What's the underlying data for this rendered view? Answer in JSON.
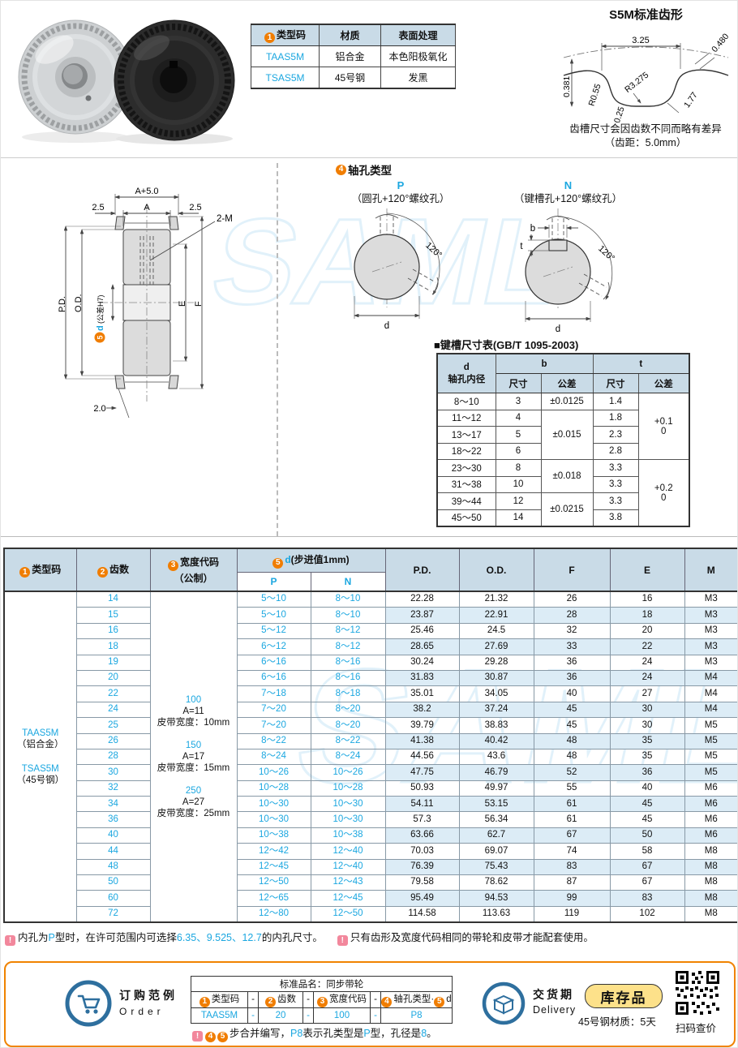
{
  "materials": {
    "header": {
      "num": "1",
      "type": "类型码",
      "material": "材质",
      "surface": "表面处理"
    },
    "rows": [
      {
        "code": "TAAS5M",
        "material": "铝合金",
        "surface": "本色阳极氧化"
      },
      {
        "code": "TSAS5M",
        "material": "45号钢",
        "surface": "发黑"
      }
    ]
  },
  "tooth_profile": {
    "title": "S5M标准齿形",
    "dims": {
      "pitch_width": "3.25",
      "depth_side": "0.480",
      "r_center": "R3.275",
      "r_top": "R0.55",
      "r_bottom": "R0.25",
      "flank": "1.77",
      "height": "0.381"
    },
    "note1": "齿槽尺寸会因齿数不同而略有差异",
    "note2": "（齿距：5.0mm）"
  },
  "drawing": {
    "dim_total_width": "A+5.0",
    "dim_belt_width": "A",
    "dim_flange_left": "2.5",
    "dim_flange_right": "2.5",
    "dim_screw": "2-M",
    "dim_pd": "P.D.",
    "dim_od": "O.D.",
    "bore_num": "5",
    "bore_label": "d",
    "bore_tol": "(公差H7)",
    "dim_e": "E",
    "dim_f": "F",
    "dim_flange_thk": "2.0"
  },
  "shaft_hole": {
    "num": "4",
    "title": "轴孔类型",
    "p": {
      "code": "P",
      "desc": "（圆孔+120°螺纹孔）",
      "angle": "120°",
      "d": "d"
    },
    "n": {
      "code": "N",
      "desc": "（键槽孔+120°螺纹孔）",
      "angle": "120°",
      "d": "d",
      "b": "b",
      "t": "t"
    }
  },
  "keyway": {
    "title": "■键槽尺寸表(GB/T 1095-2003)",
    "col_d": "d",
    "col_d_sub": "轴孔内径",
    "col_b": "b",
    "col_t": "t",
    "sub_size": "尺寸",
    "sub_tol": "公差",
    "rows": [
      [
        "8～10",
        "3",
        "1.4"
      ],
      [
        "11～12",
        "4",
        "1.8"
      ],
      [
        "13～17",
        "5",
        "2.3"
      ],
      [
        "18～22",
        "6",
        "2.8"
      ],
      [
        "23～30",
        "8",
        "3.3"
      ],
      [
        "31～38",
        "10",
        "3.3"
      ],
      [
        "39～44",
        "12",
        "3.3"
      ],
      [
        "45～50",
        "14",
        "3.8"
      ]
    ],
    "b_tol_1": "±0.0125",
    "b_tol_2": "±0.015",
    "b_tol_3": "±0.018",
    "b_tol_4": "±0.0215",
    "t_tol_1a": "+0.1",
    "t_tol_1b": "0",
    "t_tol_2a": "+0.2",
    "t_tol_2b": "0"
  },
  "main_table": {
    "h_type": {
      "num": "1",
      "label": "类型码"
    },
    "h_teeth": {
      "num": "2",
      "label": "齿数"
    },
    "h_width": {
      "num": "3",
      "label": "宽度代码",
      "sub": "（公制）"
    },
    "h_d": {
      "num": "5",
      "label": "d",
      "sub": "(步进值1mm)"
    },
    "h_p": "P",
    "h_n": "N",
    "h_pd": "P.D.",
    "h_od": "O.D.",
    "h_f": "F",
    "h_e": "E",
    "h_m": "M",
    "type_cell": {
      "code1": "TAAS5M",
      "mat1": "（铝合金）",
      "code2": "TSAS5M",
      "mat2": "（45号钢）"
    },
    "width_cell": [
      {
        "code": "100",
        "a": "A=11",
        "w": "皮带宽度：10mm"
      },
      {
        "code": "150",
        "a": "A=17",
        "w": "皮带宽度：15mm"
      },
      {
        "code": "250",
        "a": "A=27",
        "w": "皮带宽度：25mm"
      }
    ],
    "rows": [
      [
        "14",
        "5～10",
        "8～10",
        "22.28",
        "21.32",
        "26",
        "16",
        "M3"
      ],
      [
        "15",
        "5～10",
        "8～10",
        "23.87",
        "22.91",
        "28",
        "18",
        "M3"
      ],
      [
        "16",
        "5～12",
        "8～12",
        "25.46",
        "24.5",
        "32",
        "20",
        "M3"
      ],
      [
        "18",
        "6～12",
        "8～12",
        "28.65",
        "27.69",
        "33",
        "22",
        "M3"
      ],
      [
        "19",
        "6～16",
        "8～16",
        "30.24",
        "29.28",
        "36",
        "24",
        "M3"
      ],
      [
        "20",
        "6～16",
        "8～16",
        "31.83",
        "30.87",
        "36",
        "24",
        "M4"
      ],
      [
        "22",
        "7～18",
        "8～18",
        "35.01",
        "34.05",
        "40",
        "27",
        "M4"
      ],
      [
        "24",
        "7～20",
        "8～20",
        "38.2",
        "37.24",
        "45",
        "30",
        "M4"
      ],
      [
        "25",
        "7～20",
        "8～20",
        "39.79",
        "38.83",
        "45",
        "30",
        "M5"
      ],
      [
        "26",
        "8～22",
        "8～22",
        "41.38",
        "40.42",
        "48",
        "35",
        "M5"
      ],
      [
        "28",
        "8～24",
        "8～24",
        "44.56",
        "43.6",
        "48",
        "35",
        "M5"
      ],
      [
        "30",
        "10～26",
        "10～26",
        "47.75",
        "46.79",
        "52",
        "36",
        "M5"
      ],
      [
        "32",
        "10～28",
        "10～28",
        "50.93",
        "49.97",
        "55",
        "40",
        "M6"
      ],
      [
        "34",
        "10～30",
        "10～30",
        "54.11",
        "53.15",
        "61",
        "45",
        "M6"
      ],
      [
        "36",
        "10～30",
        "10～30",
        "57.3",
        "56.34",
        "61",
        "45",
        "M6"
      ],
      [
        "40",
        "10～38",
        "10～38",
        "63.66",
        "62.7",
        "67",
        "50",
        "M6"
      ],
      [
        "44",
        "12～42",
        "12～40",
        "70.03",
        "69.07",
        "74",
        "58",
        "M8"
      ],
      [
        "48",
        "12～45",
        "12～40",
        "76.39",
        "75.43",
        "83",
        "67",
        "M8"
      ],
      [
        "50",
        "12～50",
        "12～43",
        "79.58",
        "78.62",
        "87",
        "67",
        "M8"
      ],
      [
        "60",
        "12～65",
        "12～45",
        "95.49",
        "94.53",
        "99",
        "83",
        "M8"
      ],
      [
        "72",
        "12～80",
        "12～50",
        "114.58",
        "113.63",
        "119",
        "102",
        "M8"
      ]
    ]
  },
  "footnotes": {
    "n1": {
      "pre": "内孔为",
      "b1": "P",
      "m1": "型时，在许可范围内可选择",
      "b2": "6.35、9.525、12.7",
      "post": "的内孔尺寸。"
    },
    "n2": "只有齿形及宽度代码相同的带轮和皮带才能配套使用。"
  },
  "order": {
    "label_cn": "订购范例",
    "label_en": "Order",
    "product_name": "标准品名：同步带轮",
    "h1": {
      "num": "1",
      "label": "类型码"
    },
    "h2": {
      "num": "2",
      "label": "齿数"
    },
    "h3": {
      "num": "3",
      "label": "宽度代码"
    },
    "h4": {
      "num": "4",
      "label": "轴孔类型·",
      "num2": "5",
      "label2": "d"
    },
    "dash": "-",
    "values": {
      "code": "TAAS5M",
      "teeth": "20",
      "width": "100",
      "hole": "P8"
    },
    "note": {
      "num1": "4",
      "num2": "5",
      "t1": "步合并编写，",
      "b1": "P8",
      "t2": "表示孔类型是",
      "b2": "P",
      "t3": "型，孔径是",
      "b3": "8",
      "t4": "。"
    }
  },
  "delivery": {
    "label_cn": "交货期",
    "label_en": "Delivery",
    "badge": "库存品",
    "note": "45号钢材质：5天",
    "qr_label": "扫码查价"
  },
  "watermark": "SAML"
}
